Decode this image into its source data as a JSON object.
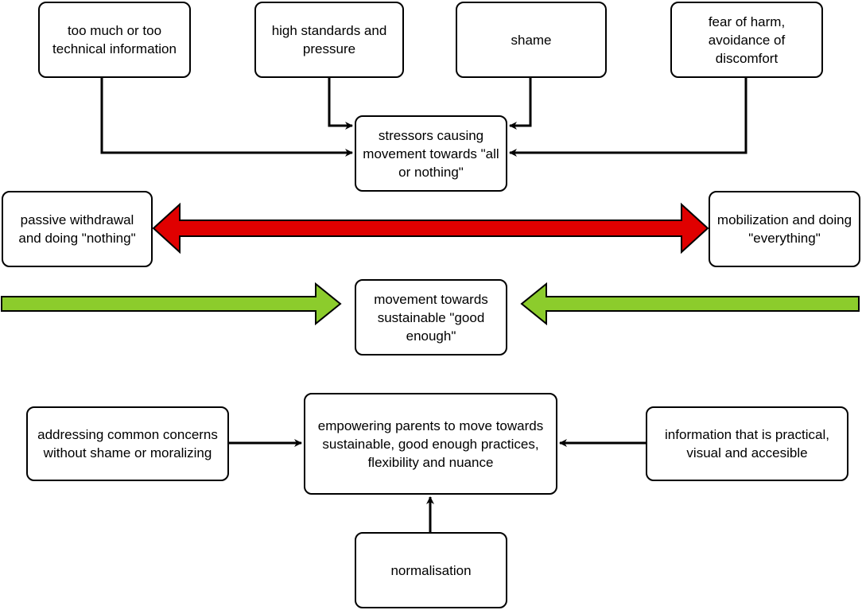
{
  "nodes": {
    "info_overload": "too much or too technical information",
    "high_standards": "high standards and pressure",
    "shame": "shame",
    "fear_harm": "fear of harm, avoidance of discomfort",
    "stressors": "stressors causing movement towards \"all or nothing\"",
    "passive_withdrawal": "passive withdrawal and doing \"nothing\"",
    "mobilization": "mobilization and doing \"everything\"",
    "good_enough": "movement towards sustainable \"good enough\"",
    "addressing_concerns": "addressing common concerns without shame or moralizing",
    "empowering": "empowering parents to move towards sustainable, good enough practices, flexibility and nuance",
    "practical_info": "information that is practical, visual and accesible",
    "normalisation": "normalisation"
  },
  "colors": {
    "stroke": "#000000",
    "extremes_arrow": "#e00000",
    "good_enough_arrow": "#8ccc2c"
  }
}
